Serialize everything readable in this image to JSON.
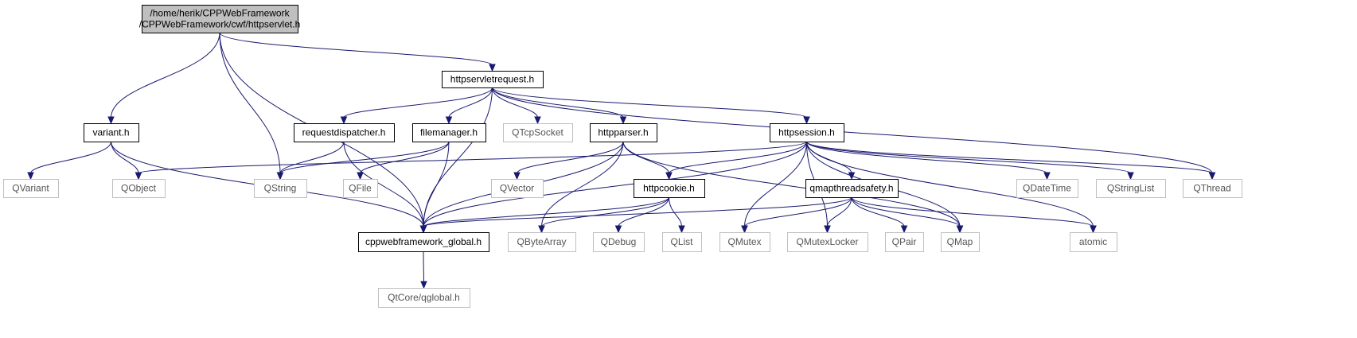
{
  "graph": {
    "edge_color": "#191970",
    "root_fill": "#bfbfbf",
    "nodes": [
      {
        "id": "root",
        "lines": [
          "/home/herik/CPPWebFramework",
          "/CPPWebFramework/cwf/httpservlet.h"
        ],
        "kind": "root"
      },
      {
        "id": "httpservletrequest",
        "lines": [
          "httpservletrequest.h"
        ],
        "kind": "local"
      },
      {
        "id": "variant",
        "lines": [
          "variant.h"
        ],
        "kind": "local"
      },
      {
        "id": "requestdispatcher",
        "lines": [
          "requestdispatcher.h"
        ],
        "kind": "local"
      },
      {
        "id": "filemanager",
        "lines": [
          "filemanager.h"
        ],
        "kind": "local"
      },
      {
        "id": "qtcpsocket",
        "lines": [
          "QTcpSocket"
        ],
        "kind": "external"
      },
      {
        "id": "httpparser",
        "lines": [
          "httpparser.h"
        ],
        "kind": "local"
      },
      {
        "id": "httpsession",
        "lines": [
          "httpsession.h"
        ],
        "kind": "local"
      },
      {
        "id": "qvariant",
        "lines": [
          "QVariant"
        ],
        "kind": "external"
      },
      {
        "id": "qobject",
        "lines": [
          "QObject"
        ],
        "kind": "external"
      },
      {
        "id": "qstring",
        "lines": [
          "QString"
        ],
        "kind": "external"
      },
      {
        "id": "qfile",
        "lines": [
          "QFile"
        ],
        "kind": "external"
      },
      {
        "id": "qvector",
        "lines": [
          "QVector"
        ],
        "kind": "external"
      },
      {
        "id": "httpcookie",
        "lines": [
          "httpcookie.h"
        ],
        "kind": "local"
      },
      {
        "id": "qmapthreadsafety",
        "lines": [
          "qmapthreadsafety.h"
        ],
        "kind": "local"
      },
      {
        "id": "qdatetime",
        "lines": [
          "QDateTime"
        ],
        "kind": "external"
      },
      {
        "id": "qstringlist",
        "lines": [
          "QStringList"
        ],
        "kind": "external"
      },
      {
        "id": "qthread",
        "lines": [
          "QThread"
        ],
        "kind": "external"
      },
      {
        "id": "global",
        "lines": [
          "cppwebframework_global.h"
        ],
        "kind": "local"
      },
      {
        "id": "qbytearray",
        "lines": [
          "QByteArray"
        ],
        "kind": "external"
      },
      {
        "id": "qdebug",
        "lines": [
          "QDebug"
        ],
        "kind": "external"
      },
      {
        "id": "qlist",
        "lines": [
          "QList"
        ],
        "kind": "external"
      },
      {
        "id": "qmutex",
        "lines": [
          "QMutex"
        ],
        "kind": "external"
      },
      {
        "id": "qmutexlocker",
        "lines": [
          "QMutexLocker"
        ],
        "kind": "external"
      },
      {
        "id": "qpair",
        "lines": [
          "QPair"
        ],
        "kind": "external"
      },
      {
        "id": "qmap",
        "lines": [
          "QMap"
        ],
        "kind": "external"
      },
      {
        "id": "atomic",
        "lines": [
          "atomic"
        ],
        "kind": "external"
      },
      {
        "id": "qglobal",
        "lines": [
          "QtCore/qglobal.h"
        ],
        "kind": "external"
      }
    ],
    "edges": [
      [
        "root",
        "httpservletrequest"
      ],
      [
        "root",
        "variant"
      ],
      [
        "root",
        "qstring"
      ],
      [
        "root",
        "global"
      ],
      [
        "httpservletrequest",
        "requestdispatcher"
      ],
      [
        "httpservletrequest",
        "filemanager"
      ],
      [
        "httpservletrequest",
        "qtcpsocket"
      ],
      [
        "httpservletrequest",
        "httpparser"
      ],
      [
        "httpservletrequest",
        "httpsession"
      ],
      [
        "httpservletrequest",
        "global"
      ],
      [
        "httpservletrequest",
        "qthread"
      ],
      [
        "variant",
        "qvariant"
      ],
      [
        "variant",
        "qobject"
      ],
      [
        "variant",
        "global"
      ],
      [
        "requestdispatcher",
        "qstring"
      ],
      [
        "requestdispatcher",
        "global"
      ],
      [
        "filemanager",
        "qstring"
      ],
      [
        "filemanager",
        "qfile"
      ],
      [
        "filemanager",
        "global"
      ],
      [
        "httpparser",
        "qvector"
      ],
      [
        "httpparser",
        "httpcookie"
      ],
      [
        "httpparser",
        "global"
      ],
      [
        "httpparser",
        "qbytearray"
      ],
      [
        "httpparser",
        "qmap"
      ],
      [
        "httpsession",
        "qobject"
      ],
      [
        "httpsession",
        "global"
      ],
      [
        "httpsession",
        "httpcookie"
      ],
      [
        "httpsession",
        "qmapthreadsafety"
      ],
      [
        "httpsession",
        "qdatetime"
      ],
      [
        "httpsession",
        "qstringlist"
      ],
      [
        "httpsession",
        "qthread"
      ],
      [
        "httpsession",
        "qmutex"
      ],
      [
        "httpsession",
        "qmutexlocker"
      ],
      [
        "httpsession",
        "qmap"
      ],
      [
        "httpsession",
        "atomic"
      ],
      [
        "httpcookie",
        "global"
      ],
      [
        "httpcookie",
        "qbytearray"
      ],
      [
        "httpcookie",
        "qdebug"
      ],
      [
        "httpcookie",
        "qlist"
      ],
      [
        "qmapthreadsafety",
        "global"
      ],
      [
        "qmapthreadsafety",
        "qmutex"
      ],
      [
        "qmapthreadsafety",
        "qmutexlocker"
      ],
      [
        "qmapthreadsafety",
        "qpair"
      ],
      [
        "qmapthreadsafety",
        "qmap"
      ],
      [
        "qmapthreadsafety",
        "atomic"
      ],
      [
        "global",
        "qglobal"
      ]
    ]
  }
}
